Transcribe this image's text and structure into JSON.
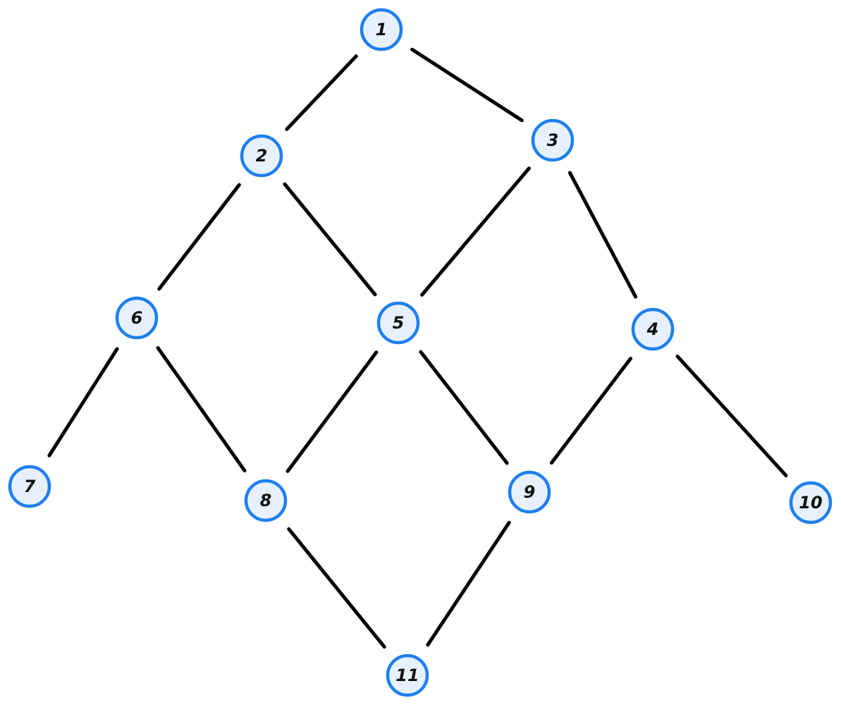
{
  "colors": {
    "node_fill": "#e7f1fd",
    "node_stroke": "#1e7ff0",
    "edge": "#000000"
  },
  "nodes": [
    {
      "id": "1",
      "label": "1"
    },
    {
      "id": "2",
      "label": "2"
    },
    {
      "id": "3",
      "label": "3"
    },
    {
      "id": "4",
      "label": "4"
    },
    {
      "id": "5",
      "label": "5"
    },
    {
      "id": "6",
      "label": "6"
    },
    {
      "id": "7",
      "label": "7"
    },
    {
      "id": "8",
      "label": "8"
    },
    {
      "id": "9",
      "label": "9"
    },
    {
      "id": "10",
      "label": "10"
    },
    {
      "id": "11",
      "label": "11"
    }
  ],
  "edges": [
    [
      "1",
      "2"
    ],
    [
      "1",
      "3"
    ],
    [
      "2",
      "6"
    ],
    [
      "2",
      "5"
    ],
    [
      "3",
      "5"
    ],
    [
      "3",
      "4"
    ],
    [
      "6",
      "7"
    ],
    [
      "6",
      "8"
    ],
    [
      "5",
      "8"
    ],
    [
      "5",
      "9"
    ],
    [
      "4",
      "9"
    ],
    [
      "4",
      "10"
    ],
    [
      "8",
      "11"
    ],
    [
      "9",
      "11"
    ]
  ]
}
